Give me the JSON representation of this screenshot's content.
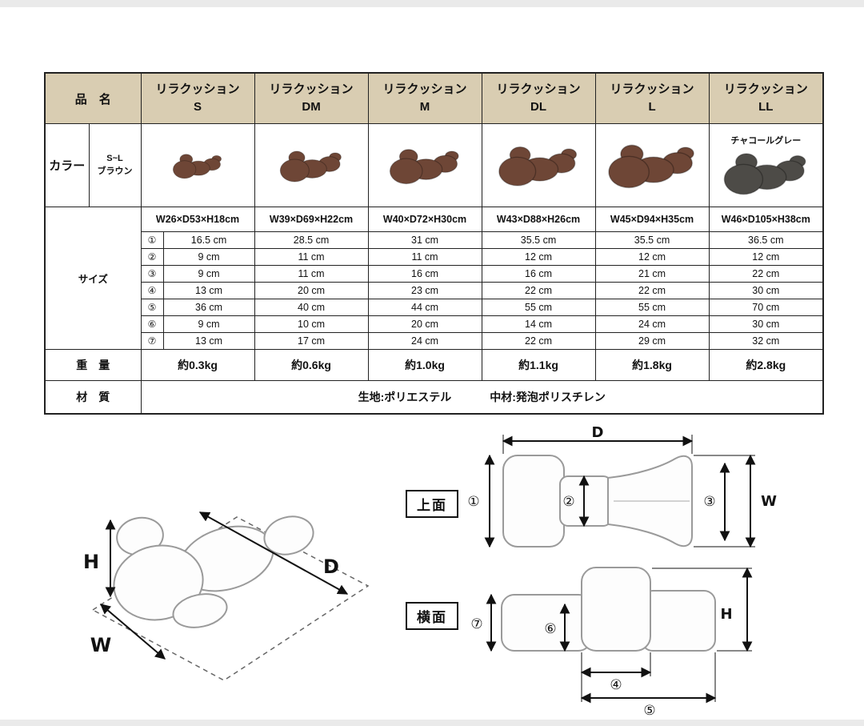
{
  "colors": {
    "header_bg": "#d9cdb2",
    "brown": "#6e4636",
    "charcoal": "#4d4b47",
    "diagram_line": "#9a9a9a",
    "arrow": "#111111"
  },
  "table": {
    "name_label": "品　名",
    "color_label": "カラー",
    "color_sub_top": "S~L",
    "color_sub_bottom": "ブラウン",
    "ll_color_note": "チャコールグレー",
    "size_label": "サイズ",
    "weight_label": "重　量",
    "material_label": "材　質",
    "material_fabric": "生地:ポリエステル",
    "material_filling": "中材:発泡ポリスチレン",
    "products": [
      {
        "brand": "リラクッション",
        "size": "S",
        "dims": "W26×D53×H18cm",
        "weight": "約0.3kg"
      },
      {
        "brand": "リラクッション",
        "size": "DM",
        "dims": "W39×D69×H22cm",
        "weight": "約0.6kg"
      },
      {
        "brand": "リラクッション",
        "size": "M",
        "dims": "W40×D72×H30cm",
        "weight": "約1.0kg"
      },
      {
        "brand": "リラクッション",
        "size": "DL",
        "dims": "W43×D88×H26cm",
        "weight": "約1.1kg"
      },
      {
        "brand": "リラクッション",
        "size": "L",
        "dims": "W45×D94×H35cm",
        "weight": "約1.8kg"
      },
      {
        "brand": "リラクッション",
        "size": "LL",
        "dims": "W46×D105×H38cm",
        "weight": "約2.8kg"
      }
    ],
    "size_rows": [
      {
        "num": "①",
        "values": [
          "16.5 cm",
          "28.5 cm",
          "31 cm",
          "35.5 cm",
          "35.5 cm",
          "36.5 cm"
        ]
      },
      {
        "num": "②",
        "values": [
          "9 cm",
          "11 cm",
          "11 cm",
          "12 cm",
          "12 cm",
          "12 cm"
        ]
      },
      {
        "num": "③",
        "values": [
          "9 cm",
          "11 cm",
          "16 cm",
          "16 cm",
          "21 cm",
          "22 cm"
        ]
      },
      {
        "num": "④",
        "values": [
          "13 cm",
          "20 cm",
          "23 cm",
          "22 cm",
          "22 cm",
          "30 cm"
        ]
      },
      {
        "num": "⑤",
        "values": [
          "36 cm",
          "40 cm",
          "44 cm",
          "55 cm",
          "55 cm",
          "70 cm"
        ]
      },
      {
        "num": "⑥",
        "values": [
          "9 cm",
          "10 cm",
          "20 cm",
          "14 cm",
          "24 cm",
          "30 cm"
        ]
      },
      {
        "num": "⑦",
        "values": [
          "13 cm",
          "17 cm",
          "24 cm",
          "22 cm",
          "29 cm",
          "32 cm"
        ]
      }
    ]
  },
  "diagrams": {
    "iso": {
      "h": "H",
      "d": "D",
      "w": "W"
    },
    "top_view": {
      "label": "上面",
      "d": "D",
      "w": "W",
      "n1": "①",
      "n2": "②",
      "n3": "③"
    },
    "side_view": {
      "label": "横面",
      "h": "H",
      "n4": "④",
      "n5": "⑤",
      "n6": "⑥",
      "n7": "⑦"
    }
  }
}
